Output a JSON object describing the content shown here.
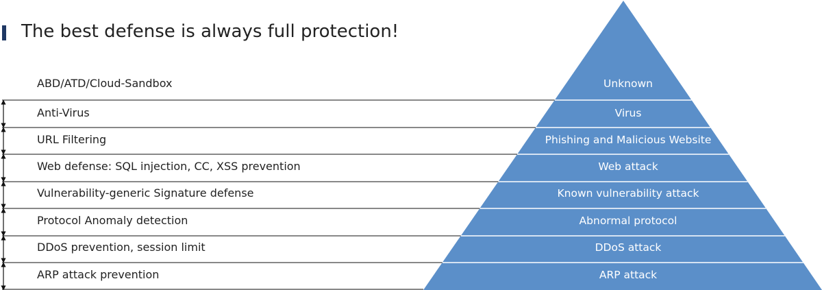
{
  "title": "The best defense is always full protection!",
  "colors": {
    "pyramid_fill": "#5b8fc9",
    "pyramid_stroke": "#ffffff",
    "heading_bar": "#1f3864",
    "line": "#111111"
  },
  "layers": [
    {
      "defense": "ABD/ATD/Cloud-Sandbox",
      "threat": "Unknown"
    },
    {
      "defense": "Anti-Virus",
      "threat": "Virus"
    },
    {
      "defense": "URL Filtering",
      "threat": "Phishing and Malicious Website"
    },
    {
      "defense": "Web defense: SQL injection, CC,  XSS prevention",
      "threat": "Web attack"
    },
    {
      "defense": "Vulnerability-generic Signature defense",
      "threat": "Known vulnerability attack"
    },
    {
      "defense": "Protocol Anomaly detection",
      "threat": "Abnormal protocol"
    },
    {
      "defense": "DDoS prevention, session limit",
      "threat": "DDoS attack"
    },
    {
      "defense": "ARP attack prevention",
      "threat": "ARP attack"
    }
  ]
}
